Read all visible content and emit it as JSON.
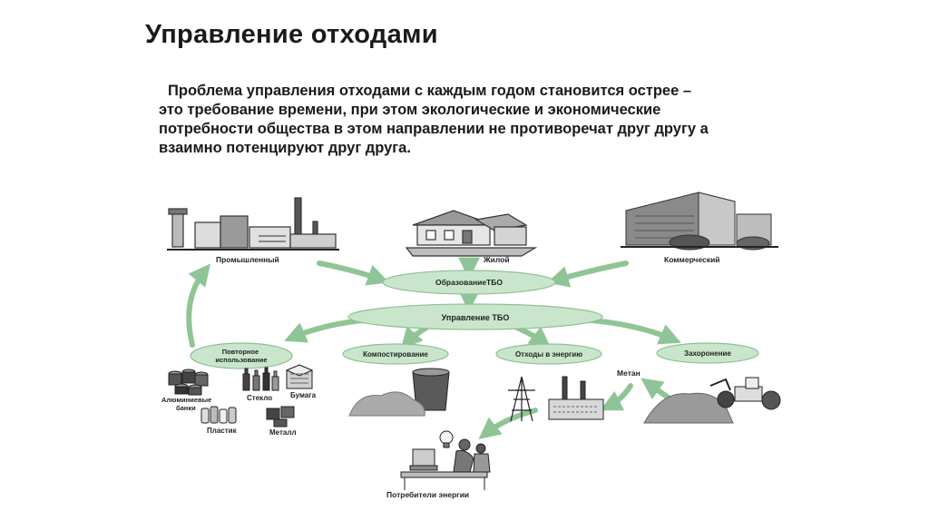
{
  "slide": {
    "title": "Управление отходами",
    "paragraph_lines": [
      "Проблема управления отходами с каждым годом становится острее –",
      "это требование времени, при этом экологические и экономические",
      "потребности общества в этом направлении не противоречат друг другу  а",
      "взаимно потенцируют друг друга."
    ]
  },
  "diagram": {
    "sources": {
      "industrial": "Промышленный",
      "residential": "Жилой",
      "commercial": "Коммерческий"
    },
    "center_top": "ОбразованиеТБО",
    "center_main": "Управление ТБО",
    "methods": {
      "reuse": "Повторное использование",
      "composting": "Компостирование",
      "waste_to_energy": "Отходы в энергию",
      "landfill": "Захоронение"
    },
    "materials": {
      "aluminum": "Алюминиевые банки",
      "glass": "Стекло",
      "paper": "Бумага",
      "plastic": "Пластик",
      "metal": "Металл"
    },
    "methane": "Метан",
    "consumers": "Потребители энергии"
  },
  "colors": {
    "ellipse_fill": "#c9e6cc",
    "ellipse_stroke": "#8fbf95",
    "arrow": "#8fc596",
    "ink": "#2a2a2a"
  }
}
